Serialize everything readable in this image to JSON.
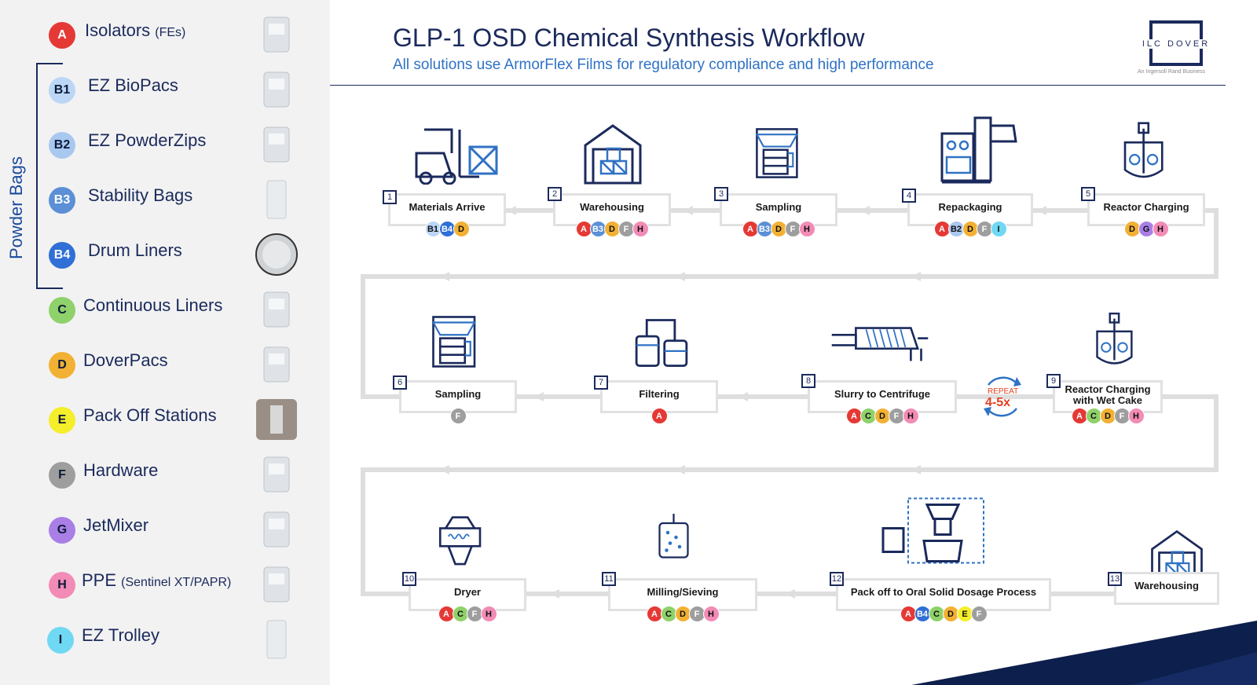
{
  "header": {
    "title": "GLP-1 OSD Chemical Synthesis Workflow",
    "subtitle": "All solutions use ArmorFlex Films for regulatory compliance and high performance",
    "logo_text": "ILC DOVER",
    "logo_subtext": "An Ingersoll Rand Business"
  },
  "legend": {
    "group_label": "Powder Bags",
    "items": [
      {
        "code": "A",
        "label": "Isolators",
        "sub": "(FEs)",
        "color": "#e53935",
        "thumb": "isolator-icon"
      },
      {
        "code": "B1",
        "label": "EZ BioPacs",
        "sub": "",
        "color": "#bcd6f5",
        "thumb": "biopac-icon"
      },
      {
        "code": "B2",
        "label": "EZ PowderZips",
        "sub": "",
        "color": "#a9c8ef",
        "thumb": "powderzip-icon"
      },
      {
        "code": "B3",
        "label": "Stability Bags",
        "sub": "",
        "color": "#5b8fd6",
        "thumb": "stability-bag-icon"
      },
      {
        "code": "B4",
        "label": "Drum Liners",
        "sub": "",
        "color": "#2f6fd6",
        "thumb": "drum-liner-icon"
      },
      {
        "code": "C",
        "label": "Continuous Liners",
        "sub": "",
        "color": "#8fd16a",
        "thumb": "continuous-liner-icon"
      },
      {
        "code": "D",
        "label": "DoverPacs",
        "sub": "",
        "color": "#f2b134",
        "thumb": "doverpac-icon"
      },
      {
        "code": "E",
        "label": "Pack Off Stations",
        "sub": "",
        "color": "#f5ee2a",
        "thumb": "pack-off-station-icon"
      },
      {
        "code": "F",
        "label": "Hardware",
        "sub": "",
        "color": "#9e9e9e",
        "thumb": "hardware-icon"
      },
      {
        "code": "G",
        "label": "JetMixer",
        "sub": "",
        "color": "#a97fe6",
        "thumb": "jetmixer-icon"
      },
      {
        "code": "H",
        "label": "PPE",
        "sub": "(Sentinel XT/PAPR)",
        "color": "#f28bb5",
        "thumb": "ppe-icon"
      },
      {
        "code": "I",
        "label": "EZ Trolley",
        "sub": "",
        "color": "#6fd8f2",
        "thumb": "trolley-icon"
      }
    ]
  },
  "repeat": {
    "top": "REPEAT",
    "big": "4-5x"
  },
  "steps": [
    {
      "num": "1",
      "title": "Materials Arrive",
      "icon": "forklift-icon",
      "badges": [
        "B1",
        "B4",
        "D"
      ]
    },
    {
      "num": "2",
      "title": "Warehousing",
      "icon": "warehouse-icon",
      "badges": [
        "A",
        "B3",
        "D",
        "F",
        "H"
      ]
    },
    {
      "num": "3",
      "title": "Sampling",
      "icon": "sampling-icon",
      "badges": [
        "A",
        "B3",
        "D",
        "F",
        "H"
      ]
    },
    {
      "num": "4",
      "title": "Repackaging",
      "icon": "repackaging-icon",
      "badges": [
        "A",
        "B2",
        "D",
        "F",
        "I"
      ]
    },
    {
      "num": "5",
      "title": "Reactor Charging",
      "icon": "reactor-icon",
      "badges": [
        "D",
        "G",
        "H"
      ]
    },
    {
      "num": "6",
      "title": "Sampling",
      "icon": "sampling-icon",
      "badges": [
        "F"
      ]
    },
    {
      "num": "7",
      "title": "Filtering",
      "icon": "filter-icon",
      "badges": [
        "A"
      ]
    },
    {
      "num": "8",
      "title": "Slurry to Centrifuge",
      "icon": "centrifuge-icon",
      "badges": [
        "A",
        "C",
        "D",
        "F",
        "H"
      ]
    },
    {
      "num": "9",
      "title": "Reactor Charging\nwith Wet Cake",
      "icon": "reactor-icon",
      "badges": [
        "A",
        "C",
        "D",
        "F",
        "H"
      ]
    },
    {
      "num": "10",
      "title": "Dryer",
      "icon": "dryer-icon",
      "badges": [
        "A",
        "C",
        "F",
        "H"
      ]
    },
    {
      "num": "11",
      "title": "Milling/Sieving",
      "icon": "mill-icon",
      "badges": [
        "A",
        "C",
        "D",
        "F",
        "H"
      ]
    },
    {
      "num": "12",
      "title": "Pack off to Oral Solid Dosage Process",
      "icon": "pack-off-icon",
      "badges": [
        "A",
        "B4",
        "C",
        "D",
        "E",
        "F"
      ]
    },
    {
      "num": "13",
      "title": "Warehousing",
      "icon": "warehouse-icon",
      "badges": []
    }
  ]
}
